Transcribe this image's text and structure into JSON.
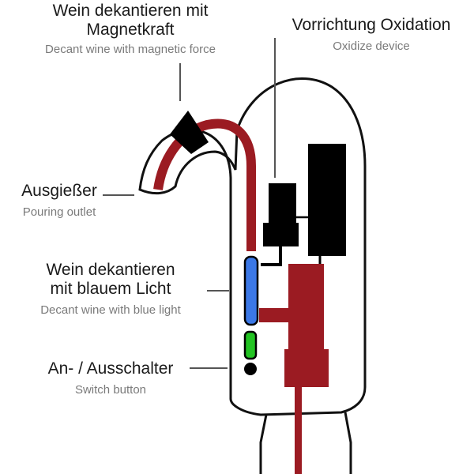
{
  "labels": {
    "magnetic": {
      "de": "Wein dekantieren mit\nMagnetkraft",
      "en": "Decant wine with magnetic force"
    },
    "oxidation": {
      "de": "Vorrichtung Oxidation",
      "en": "Oxidize device"
    },
    "outlet": {
      "de": "Ausgießer",
      "en": "Pouring outlet"
    },
    "blue_light": {
      "de": "Wein dekantieren\nmit blauem Licht",
      "en": "Decant wine with blue light"
    },
    "switch": {
      "de": "An- / Ausschalter",
      "en": "Switch button"
    }
  },
  "colors": {
    "wine_red": "#9b1b22",
    "blue_led": "#3b78e7",
    "green_led": "#22c322",
    "black": "#000000",
    "outline": "#111111",
    "background": "#ffffff"
  }
}
